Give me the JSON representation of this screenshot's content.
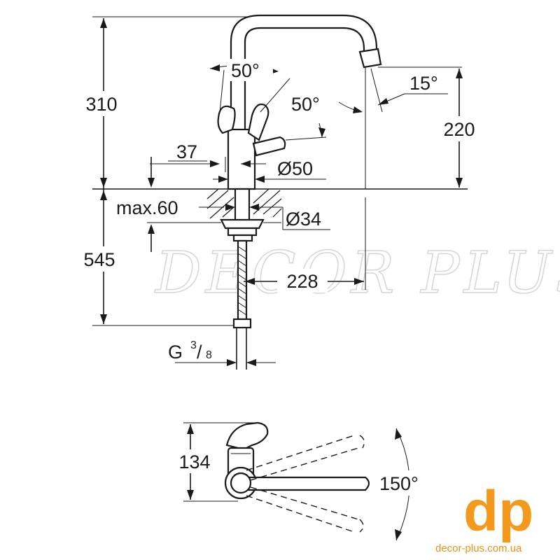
{
  "watermark": {
    "text": "DECOR PLUS"
  },
  "logo": {
    "text": "dp",
    "site": "decor-plus.com.ua",
    "color": "#f39a1e"
  },
  "dimensions": {
    "total_height_upper": "310",
    "spout_height": "220",
    "lower_length": "545",
    "lever_angle_top": "50°",
    "lever_angle_side": "50°",
    "spout_angle": "15°",
    "lever_offset": "37",
    "body_diameter": "Ø50",
    "max_thickness": "max.60",
    "hole_diameter": "Ø34",
    "reach": "228",
    "thread_g": "G",
    "thread_num": "3",
    "thread_den": "8",
    "top_view_height": "134",
    "swivel_angle": "150°"
  }
}
